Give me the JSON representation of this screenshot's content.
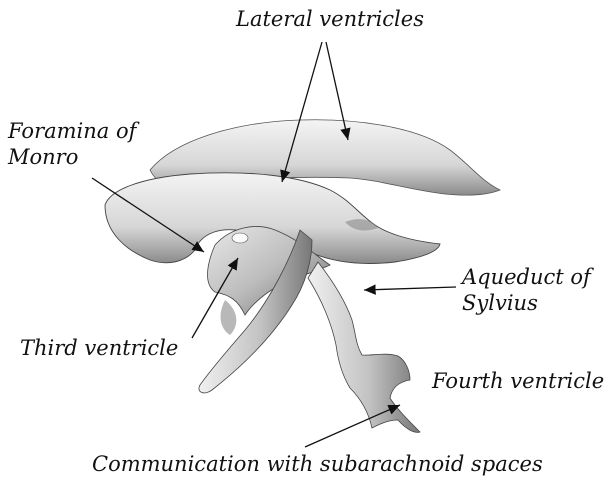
{
  "diagram": {
    "labels": {
      "lateral_ventricles": "Lateral ventricles",
      "foramina_line1": "Foramina of",
      "foramina_line2": "Monro",
      "aqueduct_line1": "Aqueduct of",
      "aqueduct_line2": "Sylvius",
      "third_ventricle": "Third ventricle",
      "fourth_ventricle": "Fourth ventricle",
      "communication": "Communication with subarachnoid spaces"
    },
    "colors": {
      "ink": "#111111",
      "shading_light": "#f2f2f2",
      "shading_mid": "#c8c8c8",
      "shading_dark": "#6a6a6a"
    }
  }
}
